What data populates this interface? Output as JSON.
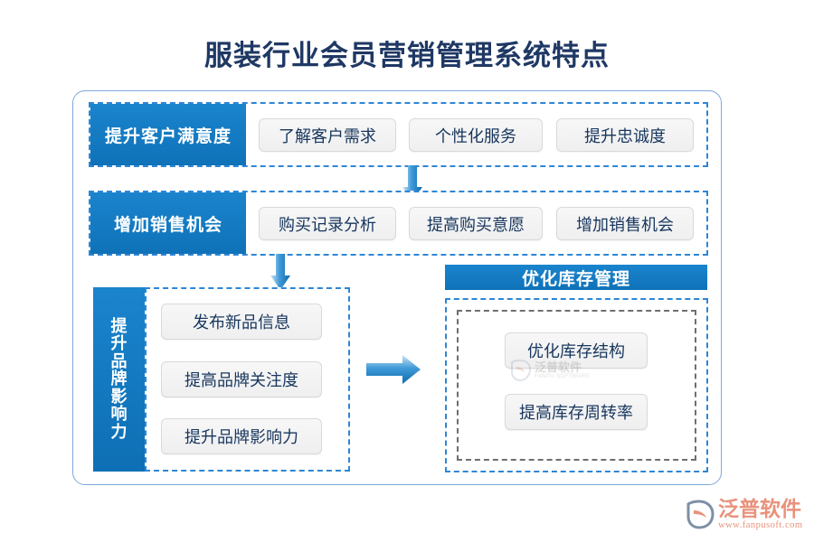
{
  "title": "服装行业会员营销管理系统特点",
  "colors": {
    "title_text": "#1f3864",
    "accent_blue": "#1279be",
    "dashed_blue": "#2e86d4",
    "dashed_gray": "#6f6f6f",
    "box_fill": "#f2f2f2",
    "box_text": "#17365d",
    "frame_border": "#7fa7d8",
    "logo_orange": "#e8927c"
  },
  "rows": [
    {
      "header": "提升客户满意度",
      "items": [
        "了解客户需求",
        "个性化服务",
        "提升忠诚度"
      ]
    },
    {
      "header": "增加销售机会",
      "items": [
        "购买记录分析",
        "提高购买意愿",
        "增加销售机会"
      ]
    }
  ],
  "brand_section": {
    "header_vertical": "提升品牌影响力",
    "header_chars": [
      "提",
      "升",
      "品",
      "牌",
      "影",
      "响",
      "力"
    ],
    "items": [
      "发布新品信息",
      "提高品牌关注度",
      "提升品牌影响力"
    ]
  },
  "inventory_section": {
    "header": "优化库存管理",
    "items": [
      "优化库存结构",
      "提高库存周转率"
    ]
  },
  "arrows": {
    "down_1": "down-arrow-icon",
    "down_2": "down-arrow-icon",
    "right_1": "right-arrow-icon"
  },
  "watermark": {
    "cn": "泛普软件",
    "en": "FANPU SOFTWARE"
  },
  "corner_logo": {
    "cn": "泛普软件",
    "url": "www.fanpusoft.com"
  }
}
